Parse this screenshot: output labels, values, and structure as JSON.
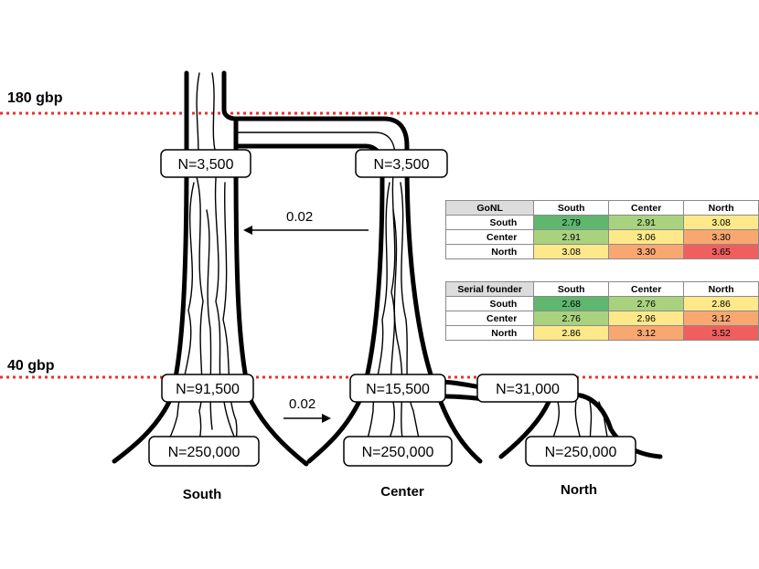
{
  "generations": [
    {
      "label": "180 gbp"
    },
    {
      "label": "40 gbp"
    }
  ],
  "populations": [
    "South",
    "Center",
    "North"
  ],
  "size_labels": {
    "south_top": "N=3,500",
    "center_top": "N=3,500",
    "south_mid": "N=91,500",
    "center_mid": "N=15,500",
    "north_mid": "N=31,000",
    "south_bottom": "N=250,000",
    "center_bottom": "N=250,000",
    "north_bottom": "N=250,000"
  },
  "migration": {
    "upper_rate": "0.02",
    "lower_rate": "0.02"
  },
  "tables": [
    {
      "title": "GoNL",
      "columns": [
        "South",
        "Center",
        "North"
      ],
      "rows": [
        {
          "label": "South",
          "values": [
            "2.79",
            "2.91",
            "3.08"
          ],
          "colors": [
            "#5fb66f",
            "#a9d27f",
            "#fde98a"
          ]
        },
        {
          "label": "Center",
          "values": [
            "2.91",
            "3.06",
            "3.30"
          ],
          "colors": [
            "#a9d27f",
            "#fde98a",
            "#f8a771"
          ]
        },
        {
          "label": "North",
          "values": [
            "3.08",
            "3.30",
            "3.65"
          ],
          "colors": [
            "#fde98a",
            "#f8a771",
            "#ef5f5f"
          ]
        }
      ]
    },
    {
      "title": "Serial founder",
      "columns": [
        "South",
        "Center",
        "North"
      ],
      "rows": [
        {
          "label": "South",
          "values": [
            "2.68",
            "2.76",
            "2.86"
          ],
          "colors": [
            "#5fb66f",
            "#a9d27f",
            "#fde98a"
          ]
        },
        {
          "label": "Center",
          "values": [
            "2.76",
            "2.96",
            "3.12"
          ],
          "colors": [
            "#a9d27f",
            "#fde98a",
            "#f8a771"
          ]
        },
        {
          "label": "North",
          "values": [
            "2.86",
            "3.12",
            "3.52"
          ],
          "colors": [
            "#fde98a",
            "#f8a771",
            "#ef5f5f"
          ]
        }
      ]
    }
  ]
}
